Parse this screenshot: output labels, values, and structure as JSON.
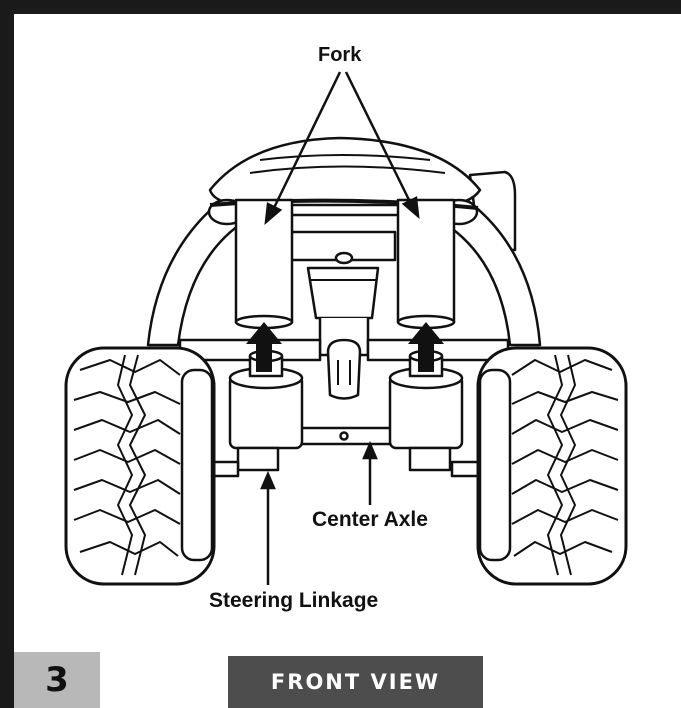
{
  "labels": {
    "fork": "Fork",
    "center_axle": "Center Axle",
    "steering_linkage": "Steering Linkage"
  },
  "step": {
    "number": "3"
  },
  "view": {
    "title": "FRONT VIEW"
  },
  "colors": {
    "frame": "#1a1a1a",
    "step_box": "#b8b8b8",
    "view_box": "#4d4d4d",
    "line_art": "#111111",
    "part_fill": "#ffffff"
  }
}
